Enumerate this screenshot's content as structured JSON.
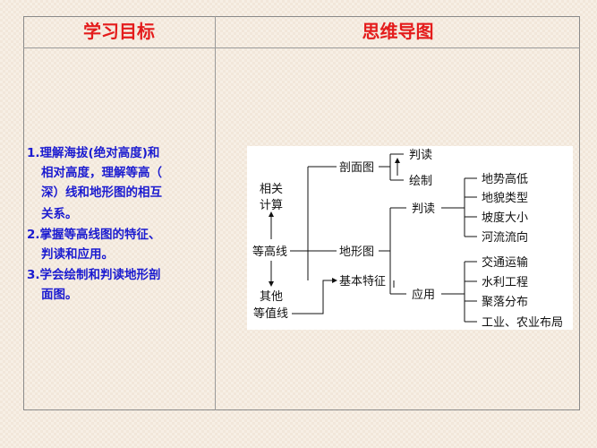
{
  "header": {
    "left_title": "学习目标",
    "right_title": "思维导图"
  },
  "goals": [
    {
      "line1": "1.理解海拔(绝对高度)和",
      "line2": "相对高度，理解等高（",
      "line3": "深）线和地形图的相互",
      "line4": "关系。"
    },
    {
      "line1": "2.掌握等高线图的特征、",
      "line2": "判读和应用。"
    },
    {
      "line1": "3.学会绘制和判读地形剖",
      "line2": "面图。"
    }
  ],
  "mindmap": {
    "related_line1": "相关",
    "related_line2": "计算",
    "contour": "等高线",
    "other_line1": "其他",
    "other_line2": "等值线",
    "profile": "剖面图",
    "profile_read": "判读",
    "profile_draw": "绘制",
    "topomap": "地形图",
    "basic_features": "基本特征",
    "read": "判读",
    "read_items": [
      "地势高低",
      "地貌类型",
      "坡度大小",
      "河流流向"
    ],
    "apply": "应用",
    "apply_items": [
      "交通运输",
      "水利工程",
      "聚落分布",
      "工业、农业布局"
    ]
  }
}
